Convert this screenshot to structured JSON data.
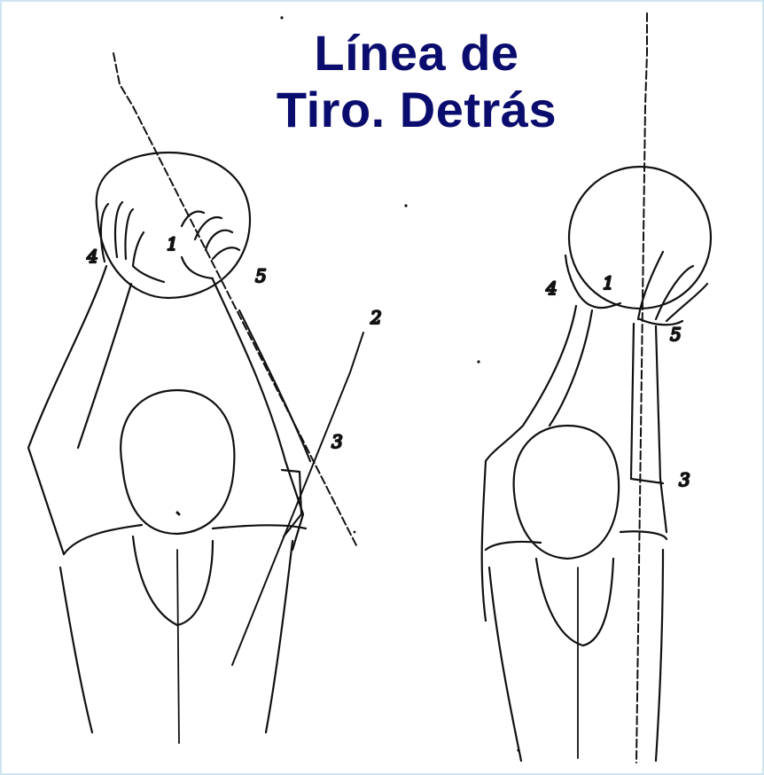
{
  "title": {
    "line1": "Línea de",
    "line2": "Tiro. Detrás"
  },
  "figures": [
    {
      "name": "left-figure",
      "labels": [
        "1",
        "2",
        "3",
        "4",
        "5"
      ]
    },
    {
      "name": "right-figure",
      "labels": [
        "1",
        "3",
        "4",
        "5"
      ]
    }
  ],
  "colors": {
    "title": "#0b0d6e",
    "ink": "#111111",
    "border": "#cfe6f2"
  }
}
